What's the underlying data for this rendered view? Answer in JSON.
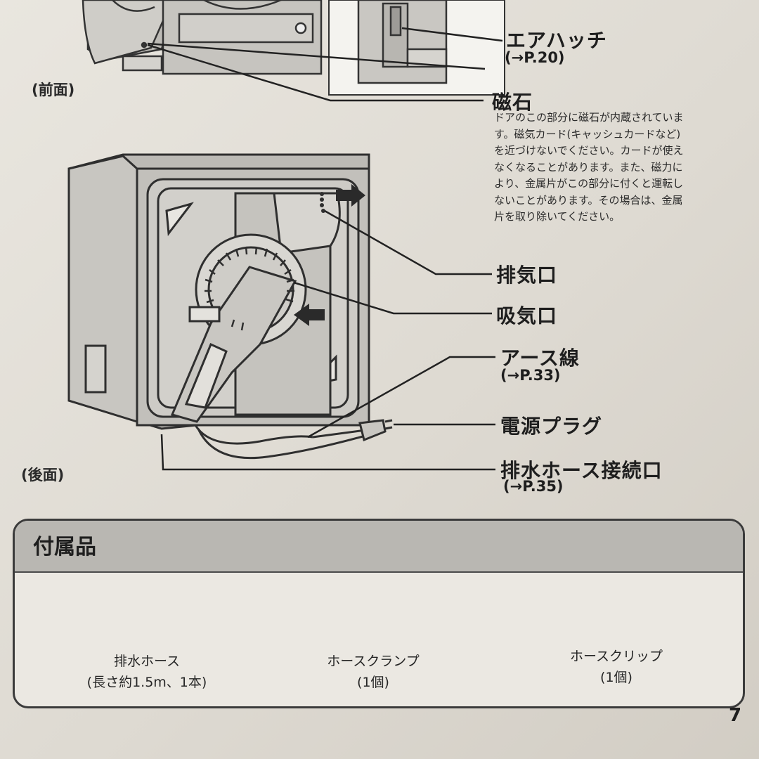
{
  "views": {
    "front_label": "(前面)",
    "rear_label": "(後面)"
  },
  "parts": {
    "air_hatch": {
      "name": "エアハッチ",
      "ref": "(→P.20)"
    },
    "magnet": {
      "name": "磁石",
      "note": "ドアのこの部分に磁石が内蔵されています。磁気カード(キャッシュカードなど)を近づけないでください。カードが使えなくなることがあります。また、磁力により、金属片がこの部分に付くと運転しないことがあります。その場合は、金属片を取り除いてください。"
    },
    "exhaust": {
      "name": "排気口"
    },
    "intake": {
      "name": "吸気口"
    },
    "ground_wire": {
      "name": "アース線",
      "ref": "(→P.33)"
    },
    "power_plug": {
      "name": "電源プラグ"
    },
    "drain_port": {
      "name": "排水ホース接続口",
      "ref": "(→P.35)"
    }
  },
  "accessories": {
    "title": "付属品",
    "items": [
      {
        "name": "排水ホース",
        "detail": "(長さ約1.5m、1本)"
      },
      {
        "name": "ホースクランプ",
        "detail": "(1個)"
      },
      {
        "name": "ホースクリップ",
        "detail": "(1個)"
      }
    ]
  },
  "page_number": "7"
}
